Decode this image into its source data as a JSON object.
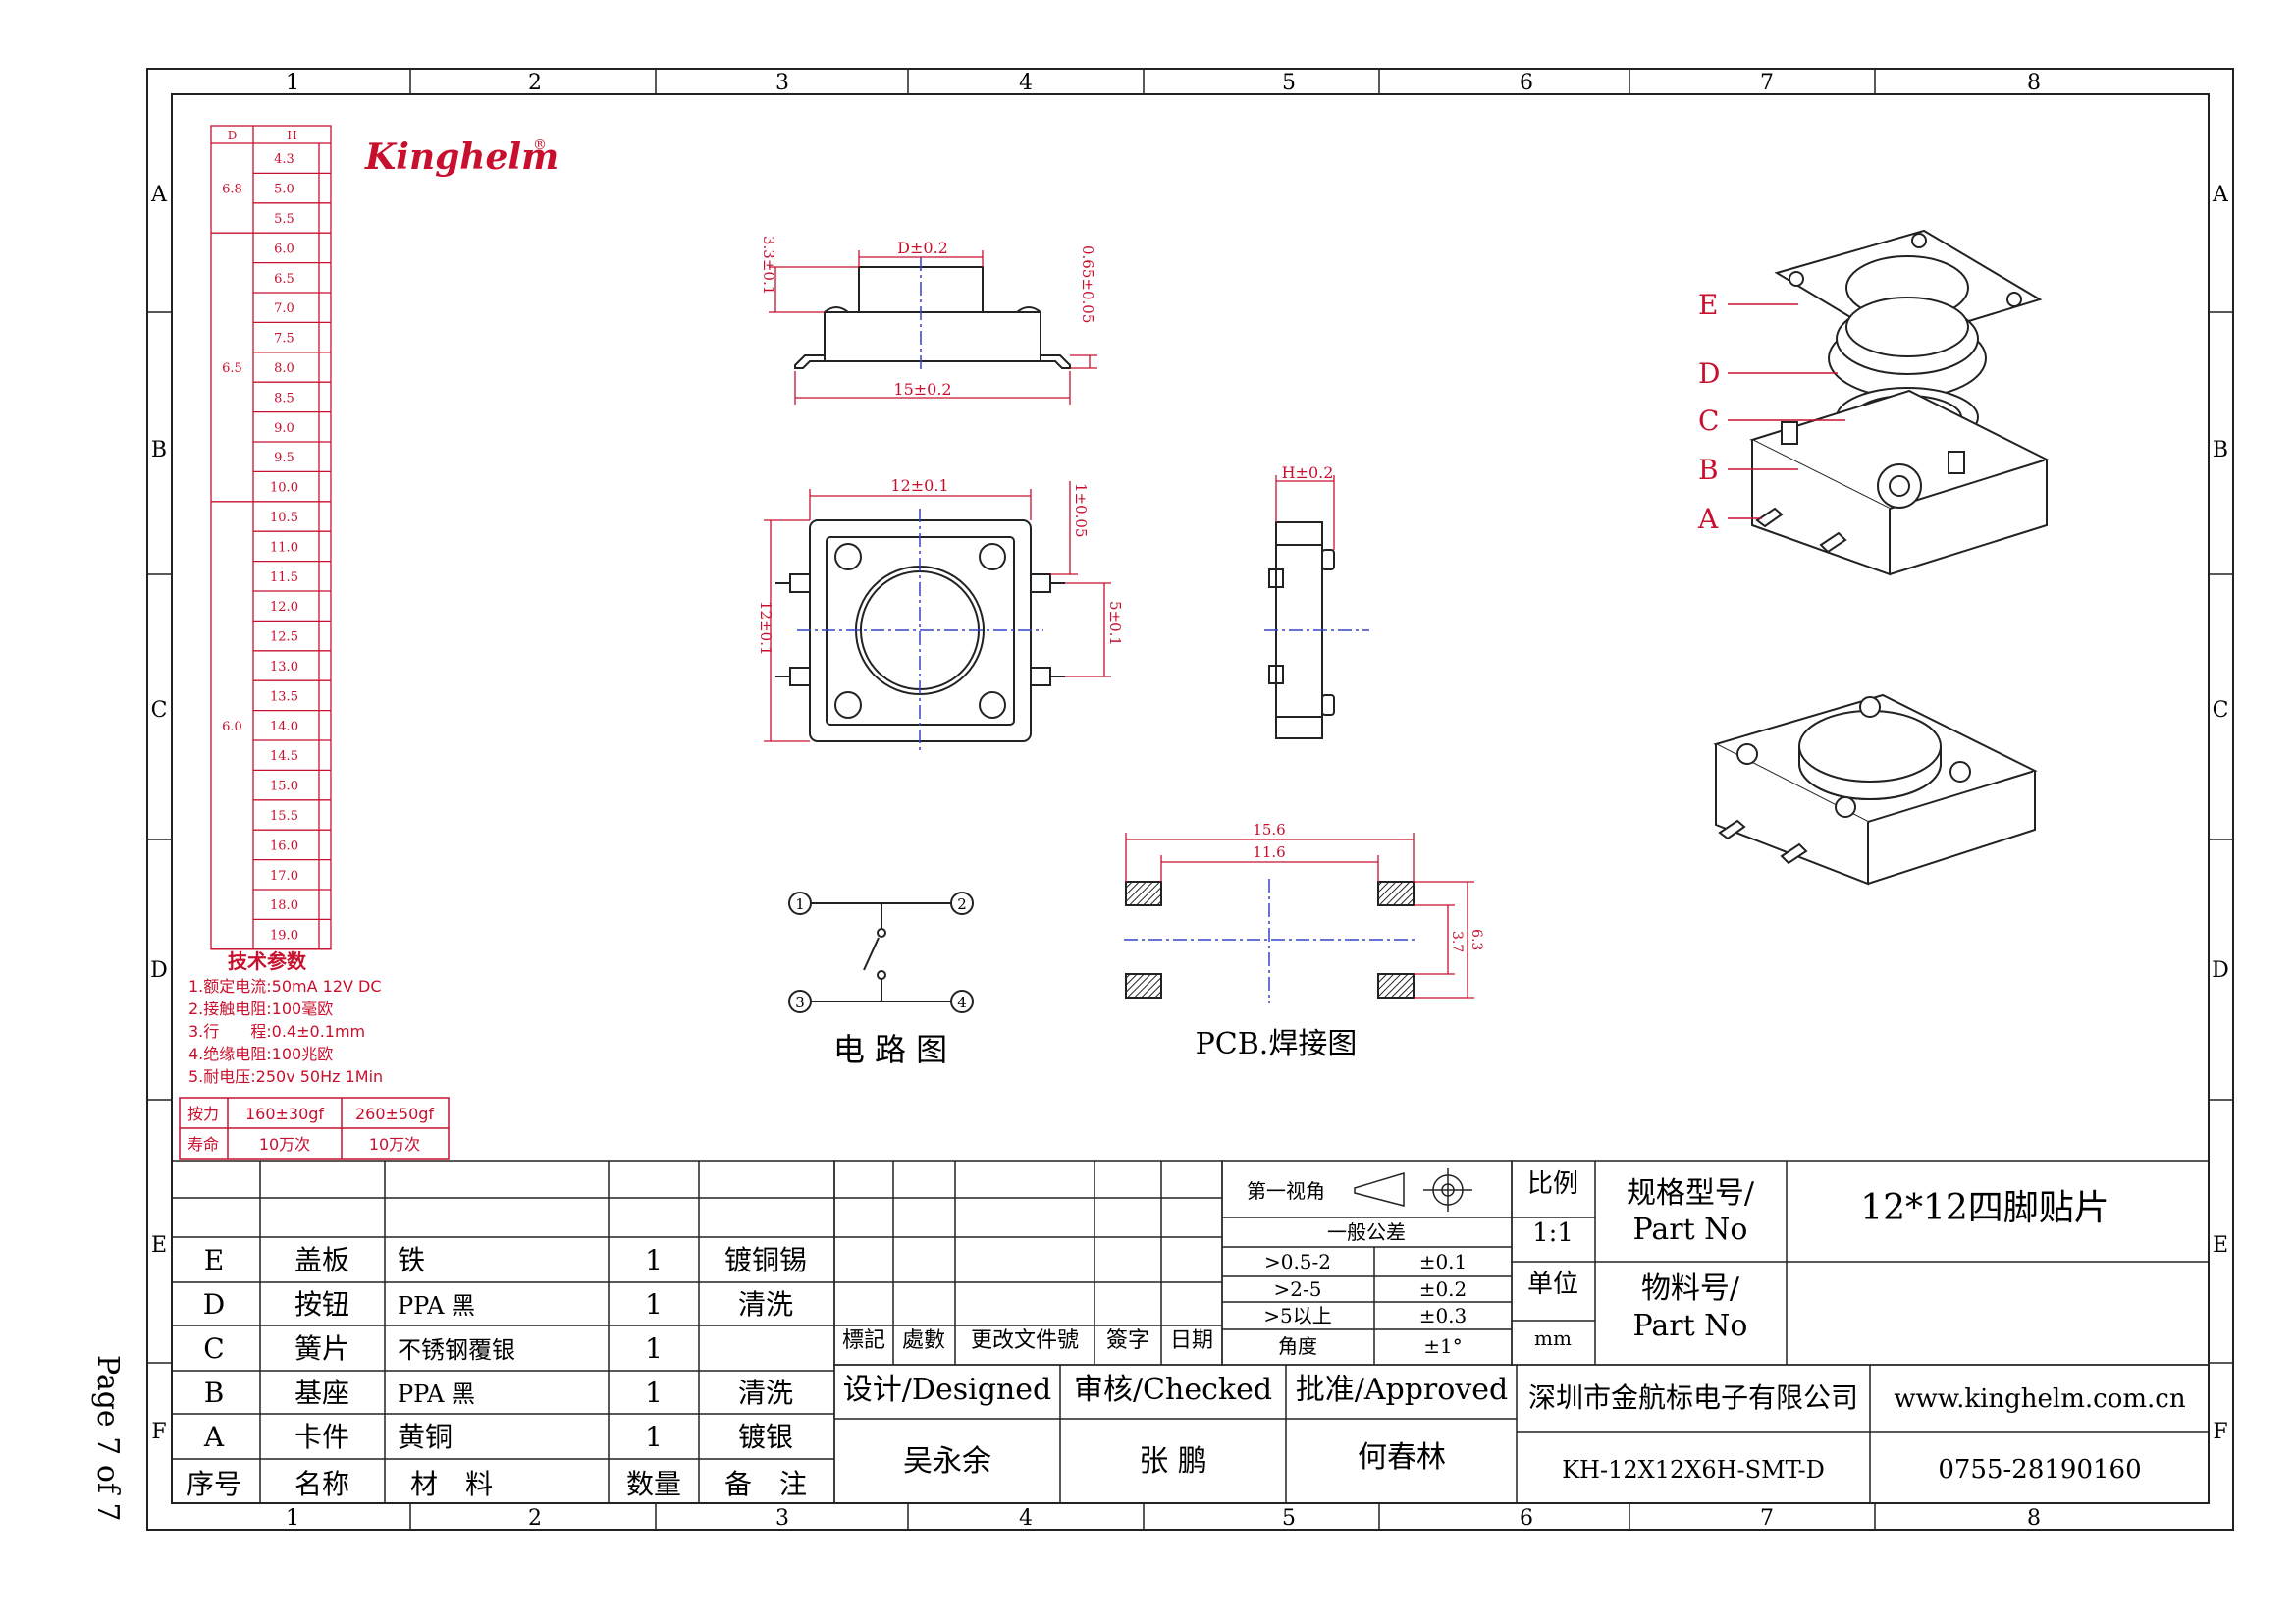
{
  "frame": {
    "columns": [
      "1",
      "2",
      "3",
      "4",
      "5",
      "6",
      "7",
      "8"
    ],
    "rows": [
      "A",
      "B",
      "C",
      "D",
      "E",
      "F"
    ]
  },
  "page_label": "Page 7 of 7",
  "brand": {
    "logo": "Kinghelm",
    "registered": "®",
    "color": "#c8102e"
  },
  "hd_table": {
    "headers": [
      "D",
      "H"
    ],
    "groups": [
      {
        "d": "6.8",
        "h": [
          "4.3",
          "5.0",
          "5.5"
        ]
      },
      {
        "d": "6.5",
        "h": [
          "6.0",
          "6.5",
          "7.0",
          "7.5",
          "8.0",
          "8.5",
          "9.0",
          "9.5",
          "10.0"
        ]
      },
      {
        "d": "6.0",
        "h": [
          "10.5",
          "11.0",
          "11.5",
          "12.0",
          "12.5",
          "13.0",
          "13.5",
          "14.0",
          "14.5",
          "15.0",
          "15.5",
          "16.0",
          "17.0",
          "18.0",
          "19.0"
        ]
      }
    ]
  },
  "tech": {
    "title": "技术参数",
    "items": [
      "1.额定电流:50mA 12V DC",
      "2.接触电阻:100毫欧",
      "3.行　　程:0.4±0.1mm",
      "4.绝缘电阻:100兆欧",
      "5.耐电压:250v 50Hz 1Min"
    ]
  },
  "force_table": {
    "rows": [
      [
        "按力",
        "160±30gf",
        "260±50gf"
      ],
      [
        "寿命",
        "10万次",
        "10万次"
      ]
    ]
  },
  "dims": {
    "d": "D±0.2",
    "h1": "3.3±0.1",
    "t": "0.65±0.05",
    "w15": "15±0.2",
    "w12": "12±0.1",
    "one": "1±0.05",
    "h12": "12±0.1",
    "five": "5±0.1",
    "h": "H±0.2",
    "p156": "15.6",
    "p116": "11.6",
    "p37": "3.7",
    "p63": "6.3"
  },
  "circuit": {
    "title": "电 路 图",
    "pins": [
      "1",
      "2",
      "3",
      "4"
    ]
  },
  "pcb": {
    "title": "PCB.焊接图"
  },
  "callouts": [
    "E",
    "D",
    "C",
    "B",
    "A"
  ],
  "bom": {
    "rows": [
      [
        "E",
        "盖板",
        "铁",
        "1",
        "镀铜锡"
      ],
      [
        "D",
        "按钮",
        "PPA 黑",
        "1",
        "清洗"
      ],
      [
        "C",
        "簧片",
        "不锈钢覆银",
        "1",
        ""
      ],
      [
        "B",
        "基座",
        "PPA 黑",
        "1",
        "清洗"
      ],
      [
        "A",
        "卡件",
        "黄铜",
        "1",
        "镀银"
      ]
    ],
    "header": [
      "序号",
      "名称",
      "材　料",
      "数量",
      "备　注"
    ]
  },
  "revision": {
    "labels": [
      "標記",
      "處數",
      "更改文件號",
      "簽字",
      "日期"
    ]
  },
  "tolerance": {
    "view": "第一视角",
    "title": "一般公差",
    "rows": [
      [
        ">0.5-2",
        "±0.1"
      ],
      [
        ">2-5",
        "±0.2"
      ],
      [
        ">5以上",
        "±0.3"
      ],
      [
        "角度",
        "±1°"
      ]
    ]
  },
  "title_block": {
    "scale_label": "比例",
    "scale_value": "1:1",
    "unit_label": "单位",
    "unit_value": "mm",
    "spec_label": "规格型号/",
    "spec_label2": "Part No",
    "spec_value": "12*12四脚贴片",
    "material_label": "物料号/",
    "material_label2": "Part No",
    "material_value": "",
    "designed_label": "设计/Designed",
    "checked_label": "审核/Checked",
    "approved_label": "批准/Approved",
    "designed_by": "吴永余",
    "checked_by": "张 鹏",
    "approved_by": "何春林",
    "company": "深圳市金航标电子有限公司",
    "website": "www.kinghelm.com.cn",
    "part_number": "KH-12X12X6H-SMT-D",
    "phone": "0755-28190160"
  }
}
